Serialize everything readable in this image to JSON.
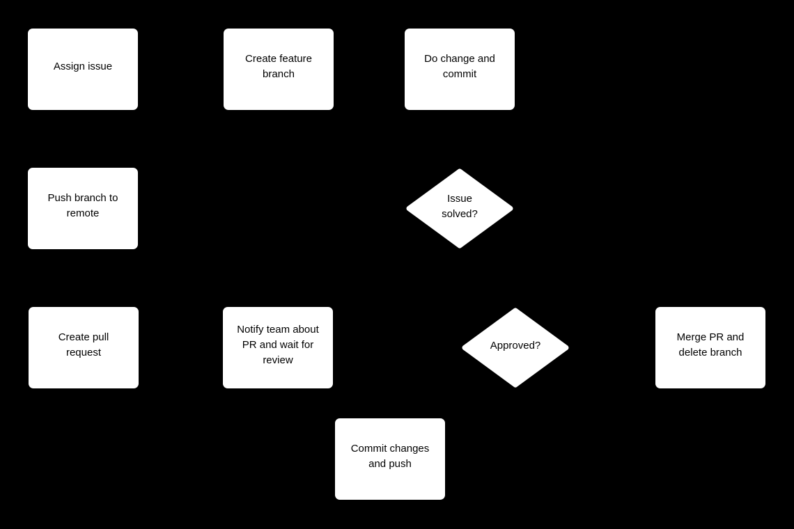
{
  "palette": {
    "background": "#000000",
    "node_fill": "#ffffff",
    "node_outline": "#ffffff",
    "node_text": "#000000"
  },
  "flowchart": {
    "nodes": [
      {
        "id": "assign-issue",
        "shape": "rounded-rectangle",
        "label": "Assign issue"
      },
      {
        "id": "create-feature-branch",
        "shape": "rounded-rectangle",
        "label": "Create feature\nbranch"
      },
      {
        "id": "do-change-and-commit",
        "shape": "rounded-rectangle",
        "label": "Do change and\ncommit"
      },
      {
        "id": "push-branch-to-remote",
        "shape": "rounded-rectangle",
        "label": "Push branch to\nremote"
      },
      {
        "id": "issue-solved-decision",
        "shape": "diamond",
        "label": "Issue\nsolved?"
      },
      {
        "id": "create-pull-request",
        "shape": "rounded-rectangle",
        "label": "Create pull\nrequest"
      },
      {
        "id": "notify-team-about-pr",
        "shape": "rounded-rectangle",
        "label": "Notify team about\nPR and wait for\nreview"
      },
      {
        "id": "approved-decision",
        "shape": "diamond",
        "label": "Approved?"
      },
      {
        "id": "merge-pr-delete-branch",
        "shape": "rounded-rectangle",
        "label": "Merge PR and\ndelete branch"
      },
      {
        "id": "commit-changes-and-push",
        "shape": "rounded-rectangle",
        "label": "Commit changes\nand push"
      }
    ]
  }
}
